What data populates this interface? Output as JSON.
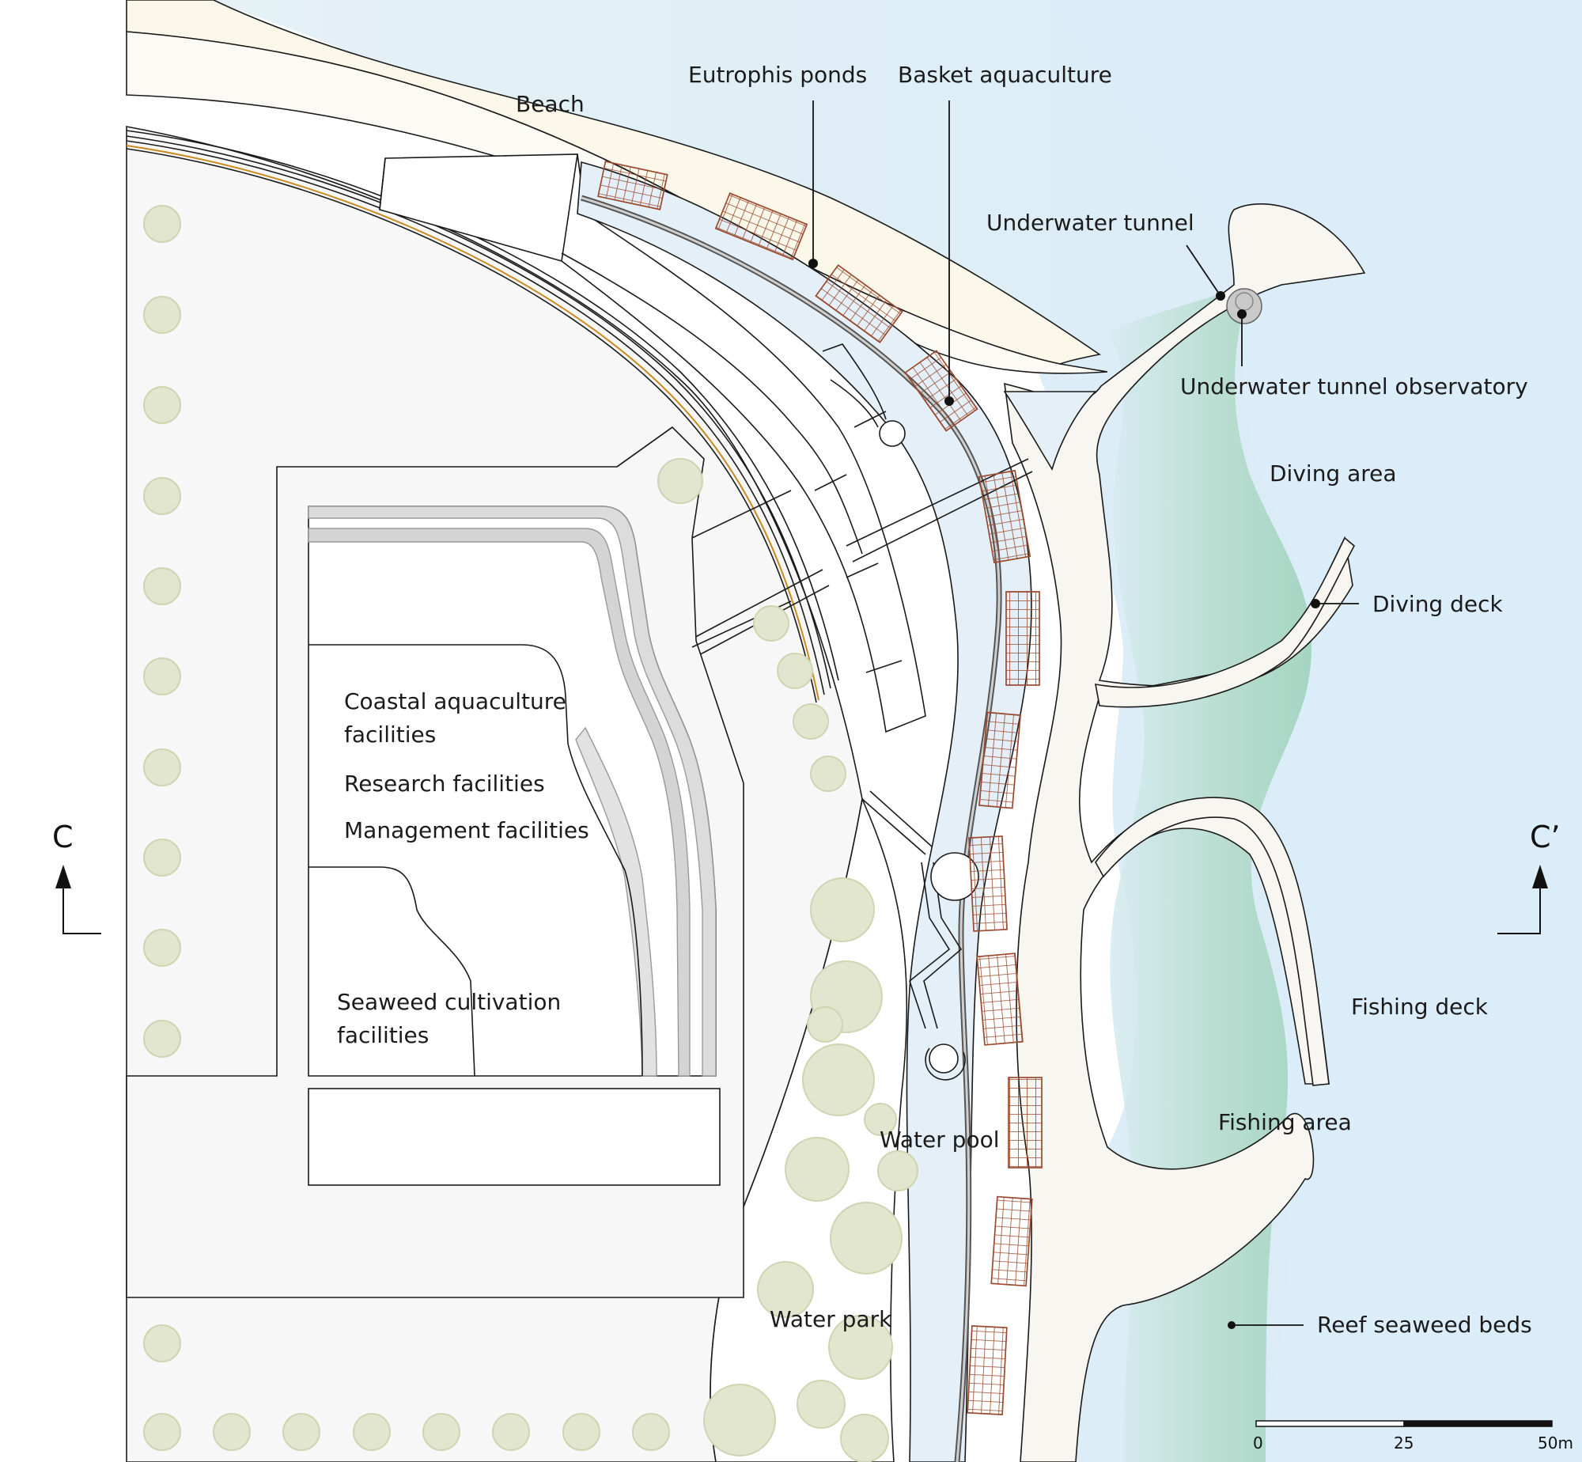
{
  "labels": {
    "beach": "Beach",
    "eutrophis_ponds": "Eutrophis ponds",
    "basket_aquaculture": "Basket aquaculture",
    "underwater_tunnel": "Underwater tunnel",
    "underwater_tunnel_observatory": "Underwater tunnel observatory",
    "diving_area": "Diving area",
    "diving_deck": "Diving deck",
    "coastal_aquaculture_1": "Coastal aquaculture",
    "coastal_aquaculture_2": "facilities",
    "research_facilities": "Research facilities",
    "management_facilities": "Management facilities",
    "seaweed_1": "Seaweed cultivation",
    "seaweed_2": "facilities",
    "fishing_deck": "Fishing deck",
    "fishing_area": "Fishing area",
    "water_pool": "Water pool",
    "water_park": "Water park",
    "reef_seaweed_beds": "Reef seaweed beds"
  },
  "section_marks": {
    "left": "C",
    "right": "C’"
  },
  "scale_bar": {
    "ticks": [
      "0",
      "25",
      "50m"
    ]
  },
  "colors": {
    "sea": "#d9ecf8",
    "beach": "#fbf8ea",
    "reef_seaweed": "#a8d7c2",
    "land": "#f7f7f7",
    "aquaculture_grid": "#9a4a2e",
    "tree": "#e3e6cf"
  }
}
